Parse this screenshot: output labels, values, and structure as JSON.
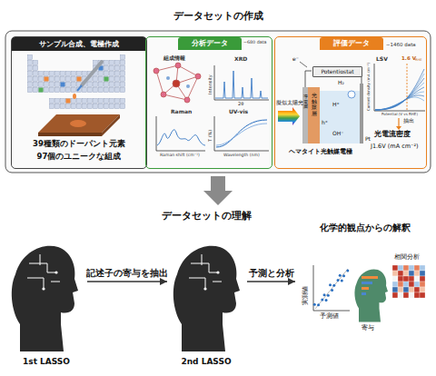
{
  "diagram": {
    "title": "データセットの作成",
    "nodes": [
      {
        "text": [
          "サンプル合成、電極作成",
          "39種類のドーパント元素",
          "97個のユニークな組成"
        ]
      },
      {
        "text": [
          "分析データ"
        ]
      },
      {
        "text": [
          "評価データ"
        ]
      },
      {
        "text": [
          "Potentiostat"
        ],
        "in": 2
      },
      {
        "text": [
          "1st LASSO"
        ]
      },
      {
        "text": [
          "2nd LASSO"
        ]
      },
      {
        "text": [
          "化学的観点からの解釈"
        ]
      }
    ],
    "edges": [
      {
        "from": 4,
        "to": 5,
        "arrow": "to",
        "label": "記述子の寄与を抽出"
      },
      {
        "from": 5,
        "to": 6,
        "arrow": "to",
        "label": "予測と分析"
      }
    ],
    "labels": [
      "データセットの理解",
      "~680 data",
      "組成情報",
      "XRD",
      "Intensity",
      "2θ",
      "Raman",
      "Raman shift (cm⁻¹)",
      "UV-vis",
      "T (%)",
      "Wavelength (nm)",
      "~1460 data",
      "e⁻",
      "H₂",
      "H⁺",
      "h⁺",
      "OH⁻",
      "擬似太陽光",
      "導電層",
      "光触媒層",
      "Pt",
      "ヘマタイト光触媒電極",
      "LSV",
      "1.6 V",
      "RHE",
      "Current density (mA cm⁻²)",
      "Potential (V vs RHE)",
      "抽出",
      "光電流密度",
      "J1.6V (mA cm⁻²)",
      "実測値",
      "予測値",
      "寄与",
      "相関分析"
    ]
  }
}
